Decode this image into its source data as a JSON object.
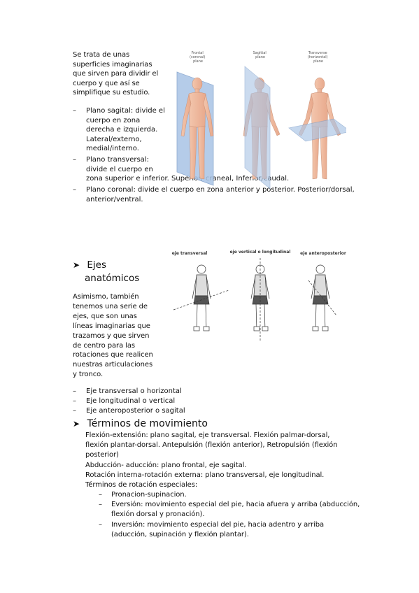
{
  "intro": {
    "lines": [
      "Se trata de unas",
      "superficies imaginarias",
      "que sirven para dividir el",
      "cuerpo y que así se",
      "simplifique su estudio."
    ]
  },
  "planes": {
    "sagital": [
      "Plano sagital: divide el",
      "cuerpo en zona",
      "derecha e izquierda.",
      "Lateral/externo,",
      "medial/interno."
    ],
    "transversal": [
      "Plano transversal:",
      "divide el cuerpo en",
      "zona superior e inferior. Superior/ craneal, Inferior/caudal."
    ],
    "coronal": [
      "Plano coronal: divide el cuerpo en zona anterior y posterior. Posterior/dorsal,",
      "anterior/ventral."
    ]
  },
  "figure1": {
    "captions": [
      [
        "Frontal",
        "(coronal)",
        "plane"
      ],
      [
        "Sagittal",
        "plane"
      ],
      [
        "Transverse",
        "(horizontal)",
        "plane"
      ]
    ]
  },
  "ejes": {
    "title_line1": "Ejes",
    "title_line2": "anatómicos",
    "para": [
      "Asimismo, también",
      "tenemos una serie de",
      "ejes, que son unas",
      "líneas imaginarias que",
      "trazamos y que sirven",
      "de centro para las",
      "rotaciones que realicen",
      "nuestras articulaciones",
      "y tronco."
    ],
    "list": [
      "Eje transversal o horizontal",
      "Eje longitudinal o vertical",
      "Eje anteroposterior o sagital"
    ]
  },
  "figure2": {
    "captions": [
      "eje transversal",
      "eje vertical o longitudinal",
      "eje anteroposterior"
    ]
  },
  "terminos": {
    "title": "Términos de movimiento",
    "lines": [
      "Flexión-extensión: plano sagital, eje transversal. Flexión palmar-dorsal,",
      "flexión plantar-dorsal. Antepulsión (flexión anterior), Retropulsión (flexión",
      "posterior)",
      "Abducción- aducción: plano frontal, eje sagital.",
      "Rotación interna-rotación externa: plano transversal, eje longitudinal.",
      "Términos de rotación especiales:"
    ],
    "sub": [
      [
        "Pronacion-supinacion."
      ],
      [
        "Eversión: movimiento especial del pie, hacia afuera y arriba (abducción,",
        "flexión dorsal y pronación)."
      ],
      [
        "Inversión: movimiento especial del pie, hacia adentro y arriba",
        "(aducción, supinación y flexión plantar)."
      ]
    ]
  }
}
